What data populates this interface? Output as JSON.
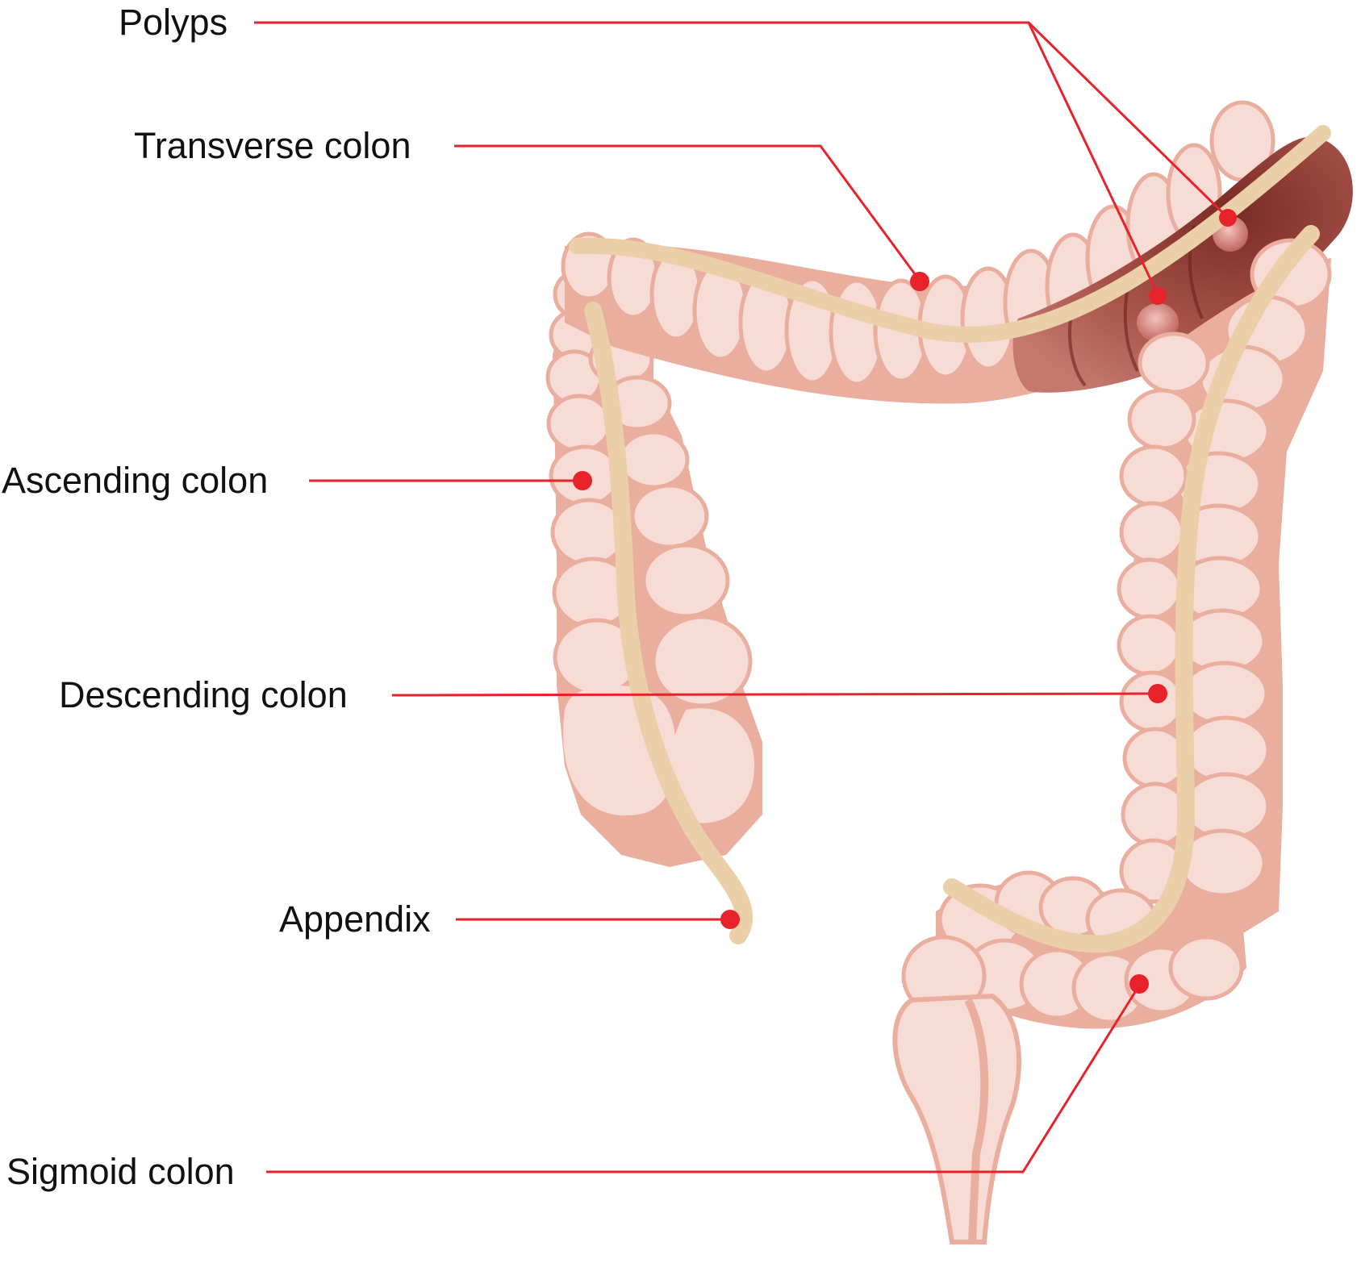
{
  "colors": {
    "leader": "#e8222a",
    "colon_light": "#f7dcd6",
    "colon_shade": "#eaae9f",
    "colon_edge": "#e0998b",
    "band": "#ebcfa8",
    "inner_dark": "#7a2b25",
    "inner_mid": "#a8544b",
    "polyp": "#d9817c"
  },
  "labels": {
    "polyps": "Polyps",
    "transverse": "Transverse colon",
    "ascending": "Ascending colon",
    "descending": "Descending colon",
    "appendix": "Appendix",
    "sigmoid": "Sigmoid colon"
  }
}
